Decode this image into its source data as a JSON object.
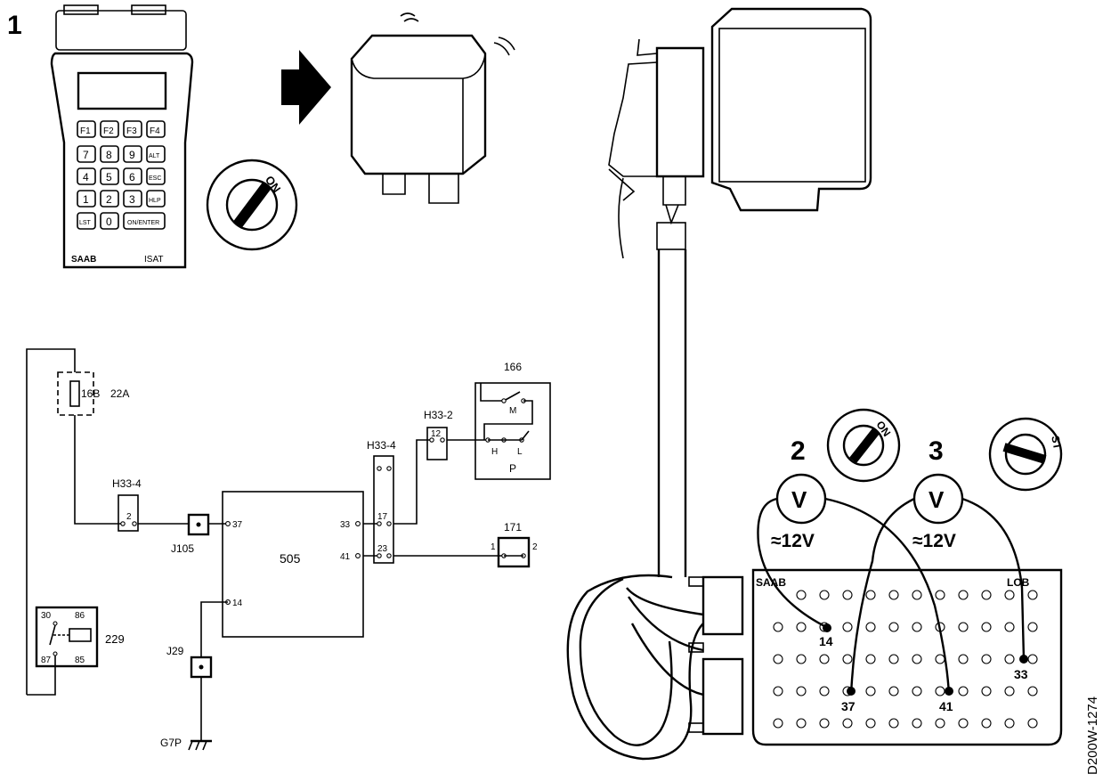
{
  "steps": {
    "step1": "1",
    "step2": "2",
    "step3": "3"
  },
  "tester": {
    "keys_f": [
      "F1",
      "F2",
      "F3",
      "F4"
    ],
    "keys_row1": [
      "7",
      "8",
      "9",
      "ALT"
    ],
    "keys_row2": [
      "4",
      "5",
      "6",
      "ESC"
    ],
    "keys_row3": [
      "1",
      "2",
      "3",
      "HLP"
    ],
    "key_lst": "LST",
    "key_zero": "0",
    "key_enter": "ON/ENTER",
    "brand": "SAAB",
    "model": "ISAT"
  },
  "ignition_labels": {
    "on": "ON",
    "st": "ST"
  },
  "schematic": {
    "fuse_number": "16B",
    "fuse_rating": "22A",
    "conn_h33_4_left": "H33-4",
    "conn_h33_4_left_pin": "2",
    "junction_j105": "J105",
    "ecu": "505",
    "ecu_pin_37": "37",
    "ecu_pin_14": "14",
    "ecu_pin_33": "33",
    "ecu_pin_41": "41",
    "conn_h33_4_right": "H33-4",
    "conn_h33_4_pin17": "17",
    "conn_h33_4_pin23": "23",
    "conn_h33_2": "H33-2",
    "conn_h33_2_pin": "12",
    "switch_166": "166",
    "switch_m": "M",
    "switch_h": "H",
    "switch_l": "L",
    "switch_p": "P",
    "component_171": "171",
    "component_171_pin1": "1",
    "component_171_pin2": "2",
    "relay_229": "229",
    "relay_pin30": "30",
    "relay_pin86": "86",
    "relay_pin87": "87",
    "relay_pin85": "85",
    "junction_j29": "J29",
    "ground_g7p": "G7P"
  },
  "measurement": {
    "meter_symbol": "V",
    "reading_1": "≈12V",
    "reading_2": "≈12V",
    "box_label_left": "SAAB",
    "box_label_right": "LOB",
    "pins": [
      "14",
      "37",
      "41",
      "33"
    ]
  },
  "figure_id": "D200W-1274"
}
